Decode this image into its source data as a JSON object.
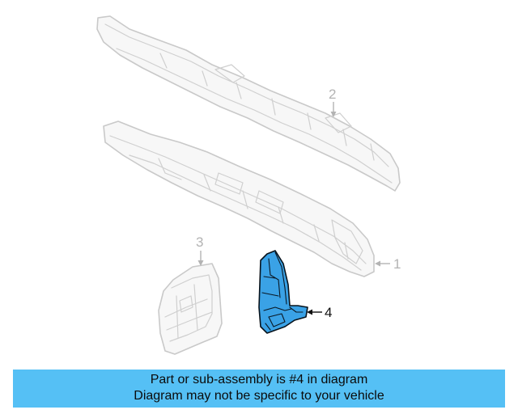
{
  "callouts": {
    "part1": "1",
    "part2": "2",
    "part3": "3",
    "part4": "4"
  },
  "banner": {
    "line1": "Part or sub-assembly is #4 in diagram",
    "line2": "Diagram may not be specific to your vehicle"
  },
  "highlighted_part": "4",
  "colors": {
    "highlight": "#3aa2e6",
    "banner": "#55c0f5",
    "ghost_outline": "#c9c9c9"
  }
}
